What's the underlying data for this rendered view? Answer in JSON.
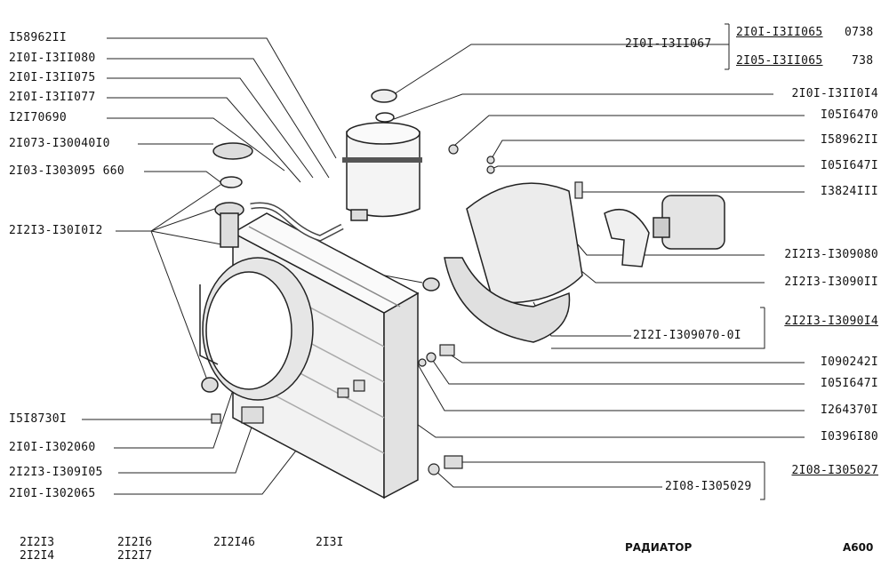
{
  "labels_left": [
    "I58962II",
    "2I0I-I3II080",
    "2I0I-I3II075",
    "2I0I-I3II077",
    "I2I70690",
    "2I073-I30040I0",
    "2I03-I303095 660",
    "2I2I3-I30I0I2",
    "I5I8730I",
    "2I0I-I302060",
    "2I2I3-I309I05",
    "2I0I-I302065"
  ],
  "labels_right": [
    "2I0I-I3II067",
    "2I0I-I3II0I4",
    "I05I6470",
    "I58962II",
    "I05I647I",
    "I3824III",
    "2I2I3-I309080",
    "2I2I3-I3090II",
    "2I2I-I309070-0I",
    "I090242I",
    "I05I647I",
    "I264370I",
    "I0396I80",
    "2I08-I305029"
  ],
  "bracket_groups": {
    "reservoir_1": {
      "part": "2I0I-I3II065",
      "code": "0738"
    },
    "reservoir_2": {
      "part": "2I05-I3II065",
      "code": "738"
    },
    "shroud_assembly": "2I2I3-I3090I4",
    "sensor_assembly": "2I08-I305027"
  },
  "footer": {
    "models_1a": "2I2I3",
    "models_1b": "2I2I4",
    "models_2a": "2I2I6",
    "models_2b": "2I2I7",
    "models_3": "2I2I46",
    "models_4": "2I3I",
    "title": "РАДИАТОР",
    "page": "A600"
  }
}
